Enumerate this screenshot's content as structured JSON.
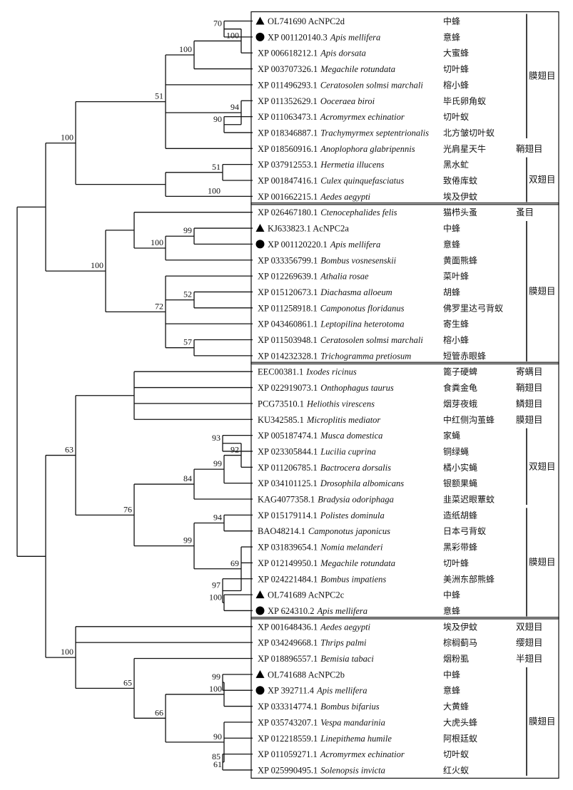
{
  "leaves": [
    {
      "marker": "triangle",
      "acc": "OL741690 AcNPC2d",
      "species": "",
      "cn": "中蜂"
    },
    {
      "marker": "circle",
      "acc": "XP 001120140.3",
      "species": "Apis mellifera",
      "cn": "意蜂"
    },
    {
      "marker": "",
      "acc": "XP 006618212.1",
      "species": "Apis dorsata",
      "cn": "大蜜蜂"
    },
    {
      "marker": "",
      "acc": "XP 003707326.1",
      "species": "Megachile rotundata",
      "cn": "切叶蜂"
    },
    {
      "marker": "",
      "acc": "XP 011496293.1",
      "species": "Ceratosolen solmsi marchali",
      "cn": "榕小蜂"
    },
    {
      "marker": "",
      "acc": "XP 011352629.1",
      "species": "Ooceraea biroi",
      "cn": "毕氏卵角蚁"
    },
    {
      "marker": "",
      "acc": "XP 011063473.1",
      "species": "Acromyrmex echinatior",
      "cn": "切叶蚁"
    },
    {
      "marker": "",
      "acc": "XP 018346887.1",
      "species": "Trachymyrmex septentrionalis",
      "cn": "北方皱切叶蚁"
    },
    {
      "marker": "",
      "acc": "XP 018560916.1",
      "species": "Anoplophora glabripennis",
      "cn": "光肩星天牛"
    },
    {
      "marker": "",
      "acc": "XP 037912553.1",
      "species": "Hermetia illucens",
      "cn": "黑水虻"
    },
    {
      "marker": "",
      "acc": "XP 001847416.1",
      "species": "Culex quinquefasciatus",
      "cn": "致倦库蚊"
    },
    {
      "marker": "",
      "acc": "XP 001662215.1",
      "species": "Aedes aegypti",
      "cn": "埃及伊蚊"
    },
    {
      "marker": "",
      "acc": "XP 026467180.1",
      "species": "Ctenocephalides felis",
      "cn": "猫栉头蚤"
    },
    {
      "marker": "triangle",
      "acc": "KJ633823.1 AcNPC2a",
      "species": "",
      "cn": "中蜂"
    },
    {
      "marker": "circle",
      "acc": "XP 001120220.1",
      "species": "Apis mellifera",
      "cn": "意蜂"
    },
    {
      "marker": "",
      "acc": "XP 033356799.1",
      "species": "Bombus vosnesenskii",
      "cn": "黄面熊蜂"
    },
    {
      "marker": "",
      "acc": "XP 012269639.1",
      "species": "Athalia rosae",
      "cn": "菜叶蜂"
    },
    {
      "marker": "",
      "acc": "XP 015120673.1",
      "species": "Diachasma alloeum",
      "cn": "胡蜂"
    },
    {
      "marker": "",
      "acc": "XP 011258918.1",
      "species": "Camponotus floridanus",
      "cn": "佛罗里达弓背蚁"
    },
    {
      "marker": "",
      "acc": "XP 043460861.1",
      "species": "Leptopilina heterotoma",
      "cn": "寄生蜂"
    },
    {
      "marker": "",
      "acc": "XP 011503948.1",
      "species": "Ceratosolen solmsi marchali",
      "cn": "榕小蜂"
    },
    {
      "marker": "",
      "acc": "XP 014232328.1",
      "species": "Trichogramma pretiosum",
      "cn": "短管赤眼蜂"
    },
    {
      "marker": "",
      "acc": "EEC00381.1",
      "species": "Ixodes ricinus",
      "cn": "篦子硬蜱"
    },
    {
      "marker": "",
      "acc": "XP 022919073.1",
      "species": "Onthophagus taurus",
      "cn": "食粪金龟"
    },
    {
      "marker": "",
      "acc": "PCG73510.1",
      "species": "Heliothis virescens",
      "cn": "烟芽夜蛾"
    },
    {
      "marker": "",
      "acc": "KU342585.1",
      "species": "Microplitis mediator",
      "cn": "中红侧沟茧蜂"
    },
    {
      "marker": "",
      "acc": "XP 005187474.1",
      "species": "Musca domestica",
      "cn": "家蝇"
    },
    {
      "marker": "",
      "acc": "XP 023305844.1",
      "species": "Lucilia cuprina",
      "cn": "铜绿蝇"
    },
    {
      "marker": "",
      "acc": "XP 011206785.1",
      "species": "Bactrocera dorsalis",
      "cn": "橘小实蝇"
    },
    {
      "marker": "",
      "acc": "XP 034101125.1",
      "species": "Drosophila albomicans",
      "cn": "银额果蝇"
    },
    {
      "marker": "",
      "acc": "KAG4077358.1",
      "species": "Bradysia odoriphaga",
      "cn": "韭菜迟眼蕈蚊"
    },
    {
      "marker": "",
      "acc": "XP 015179114.1",
      "species": "Polistes dominula",
      "cn": "造纸胡蜂"
    },
    {
      "marker": "",
      "acc": "BAO48214.1",
      "species": "Camponotus japonicus",
      "cn": "日本弓背蚁"
    },
    {
      "marker": "",
      "acc": "XP 031839654.1",
      "species": "Nomia melanderi",
      "cn": "黑彩带蜂"
    },
    {
      "marker": "",
      "acc": "XP 012149950.1",
      "species": "Megachile rotundata",
      "cn": "切叶蜂"
    },
    {
      "marker": "",
      "acc": "XP 024221484.1",
      "species": "Bombus impatiens",
      "cn": "美洲东部熊蜂"
    },
    {
      "marker": "triangle",
      "acc": "OL741689 AcNPC2c",
      "species": "",
      "cn": "中蜂"
    },
    {
      "marker": "circle",
      "acc": "XP 624310.2",
      "species": "Apis mellifera",
      "cn": "意蜂"
    },
    {
      "marker": "",
      "acc": "XP 001648436.1",
      "species": "Aedes aegypti",
      "cn": "埃及伊蚊"
    },
    {
      "marker": "",
      "acc": "XP 034249668.1",
      "species": "Thrips palmi",
      "cn": "棕榈蓟马"
    },
    {
      "marker": "",
      "acc": "XP 018896557.1",
      "species": "Bemisia tabaci",
      "cn": "烟粉虱"
    },
    {
      "marker": "triangle",
      "acc": "OL741688 AcNPC2b",
      "species": "",
      "cn": "中蜂"
    },
    {
      "marker": "circle",
      "acc": "XP 392711.4",
      "species": "Apis mellifera",
      "cn": "意蜂"
    },
    {
      "marker": "",
      "acc": "XP 033314774.1",
      "species": "Bombus bifarius",
      "cn": "大黄蜂"
    },
    {
      "marker": "",
      "acc": "XP 035743207.1",
      "species": "Vespa mandarinia",
      "cn": "大虎头蜂"
    },
    {
      "marker": "",
      "acc": "XP 012218559.1",
      "species": "Linepithema humile",
      "cn": "阿根廷蚁"
    },
    {
      "marker": "",
      "acc": "XP 011059271.1",
      "species": "Acromyrmex echinatior",
      "cn": "切叶蚁"
    },
    {
      "marker": "",
      "acc": "XP 025990495.1",
      "species": "Solenopsis invicta",
      "cn": "红火蚁"
    }
  ],
  "groups": [
    {
      "label": "膜翅目",
      "bar": [
        0,
        7
      ]
    },
    {
      "label": "鞘翅目",
      "bar": null,
      "row": 8
    },
    {
      "label": "双翅目",
      "bar": [
        9,
        11
      ]
    },
    {
      "label": "蚤目",
      "bar": null,
      "row": 12
    },
    {
      "label": "膜翅目",
      "bar": [
        13,
        21
      ]
    },
    {
      "label": "寄螨目",
      "bar": null,
      "row": 22
    },
    {
      "label": "鞘翅目",
      "bar": null,
      "row": 23
    },
    {
      "label": "鳞翅目",
      "bar": null,
      "row": 24
    },
    {
      "label": "膜翅目",
      "bar": null,
      "row": 25
    },
    {
      "label": "双翅目",
      "bar": [
        26,
        30
      ]
    },
    {
      "label": "膜翅目",
      "bar": [
        31,
        37
      ]
    },
    {
      "label": "双翅目",
      "bar": null,
      "row": 38
    },
    {
      "label": "缨翅目",
      "bar": null,
      "row": 39
    },
    {
      "label": "半翅目",
      "bar": null,
      "row": 40
    },
    {
      "label": "膜翅目",
      "bar": [
        41,
        47
      ]
    }
  ],
  "boxes": [
    [
      0,
      11
    ],
    [
      12,
      21
    ],
    [
      22,
      37
    ],
    [
      38,
      47
    ]
  ],
  "tree": {
    "d": 0,
    "c": [
      {
        "d": 1,
        "c": [
          {
            "d": 2,
            "b": "100",
            "c": [
              {
                "d": 5,
                "b": "51",
                "c": [
                  {
                    "d": 6,
                    "b": "100",
                    "c": [
                      {
                        "d": 8,
                        "b": "100",
                        "c": [
                          {
                            "d": 10,
                            "b": "70",
                            "c": [
                              {
                                "l": 0
                              },
                              {
                                "l": 1
                              }
                            ]
                          },
                          {
                            "l": 2
                          }
                        ]
                      },
                      {
                        "l": 3
                      }
                    ]
                  },
                  {
                    "l": 4
                  },
                  {
                    "d": 8,
                    "b": "94",
                    "c": [
                      {
                        "l": 5
                      },
                      {
                        "d": 10,
                        "b": "90",
                        "c": [
                          {
                            "l": 6
                          },
                          {
                            "l": 7
                          }
                        ]
                      }
                    ]
                  },
                  {
                    "l": 8
                  }
                ]
              },
              {
                "d": 5,
                "c": [
                  {
                    "d": 9,
                    "b": "51",
                    "c": [
                      {
                        "l": 9
                      },
                      {
                        "l": 10
                      }
                    ]
                  },
                  {
                    "d": 9,
                    "b": "100",
                    "c": [
                      {
                        "l": 11
                      }
                    ]
                  }
                ]
              }
            ]
          },
          {
            "d": 3,
            "b": "100",
            "c": [
              {
                "d": 4,
                "c": [
                  {
                    "l": 12
                  },
                  {
                    "d": 5,
                    "b": "100",
                    "c": [
                      {
                        "d": 6,
                        "b": "99",
                        "c": [
                          {
                            "l": 13
                          },
                          {
                            "l": 14
                          }
                        ]
                      },
                      {
                        "l": 15
                      }
                    ]
                  }
                ]
              },
              {
                "d": 5,
                "b": "72",
                "c": [
                  {
                    "l": 16
                  },
                  {
                    "d": 6,
                    "b": "52",
                    "c": [
                      {
                        "l": 17
                      },
                      {
                        "l": 18
                      }
                    ]
                  },
                  {
                    "l": 19
                  },
                  {
                    "d": 6,
                    "b": "57",
                    "c": [
                      {
                        "l": 20
                      },
                      {
                        "l": 21
                      }
                    ]
                  }
                ]
              }
            ]
          }
        ]
      },
      {
        "d": 1,
        "c": [
          {
            "d": 2,
            "b": "63",
            "c": [
              {
                "d": 4,
                "c": [
                  {
                    "l": 22
                  },
                  {
                    "l": 23
                  },
                  {
                    "l": 24
                  },
                  {
                    "l": 25
                  }
                ]
              },
              {
                "d": 4,
                "b": "76",
                "c": [
                  {
                    "d": 6,
                    "b": "84",
                    "c": [
                      {
                        "d": 7,
                        "b": "99",
                        "c": [
                          {
                            "d": 8,
                            "b": "92",
                            "c": [
                              {
                                "d": 9,
                                "b": "93",
                                "c": [
                                  {
                                    "l": 26
                                  },
                                  {
                                    "l": 27
                                  }
                                ]
                              },
                              {
                                "l": 28
                              }
                            ]
                          },
                          {
                            "l": 29
                          }
                        ]
                      },
                      {
                        "l": 30
                      }
                    ]
                  },
                  {
                    "d": 6,
                    "b": "99",
                    "c": [
                      {
                        "d": 7,
                        "b": "94",
                        "c": [
                          {
                            "l": 31
                          },
                          {
                            "l": 32
                          }
                        ]
                      },
                      {
                        "d": 8,
                        "b": "69",
                        "c": [
                          {
                            "l": 33
                          },
                          {
                            "l": 34
                          },
                          {
                            "d": 9,
                            "b": "97",
                            "c": [
                              {
                                "l": 35
                              },
                              {
                                "d": 10,
                                "b": "100",
                                "c": [
                                  {
                                    "l": 36
                                  },
                                  {
                                    "l": 37
                                  }
                                ]
                              }
                            ]
                          }
                        ]
                      }
                    ]
                  }
                ]
              }
            ]
          },
          {
            "d": 2,
            "b": "100",
            "c": [
              {
                "l": 38
              },
              {
                "l": 39
              },
              {
                "d": 4,
                "b": "65",
                "c": [
                  {
                    "l": 40
                  },
                  {
                    "d": 5,
                    "b": "66",
                    "c": [
                      {
                        "d": 7,
                        "b": "100",
                        "c": [
                          {
                            "d": 9,
                            "b": "99",
                            "c": [
                              {
                                "l": 41
                              },
                              {
                                "l": 42
                              }
                            ]
                          },
                          {
                            "l": 43
                          }
                        ]
                      },
                      {
                        "d": 7,
                        "b": "90",
                        "c": [
                          {
                            "l": 44
                          },
                          {
                            "l": 45
                          },
                          {
                            "d": 9,
                            "b": "85",
                            "c": [
                              {
                                "l": 46
                              },
                              {
                                "d": 10,
                                "b": "61",
                                "c": [
                                  {
                                    "l": 47
                                  }
                                ]
                              }
                            ]
                          }
                        ]
                      }
                    ]
                  }
                ]
              }
            ]
          }
        ]
      }
    ]
  }
}
